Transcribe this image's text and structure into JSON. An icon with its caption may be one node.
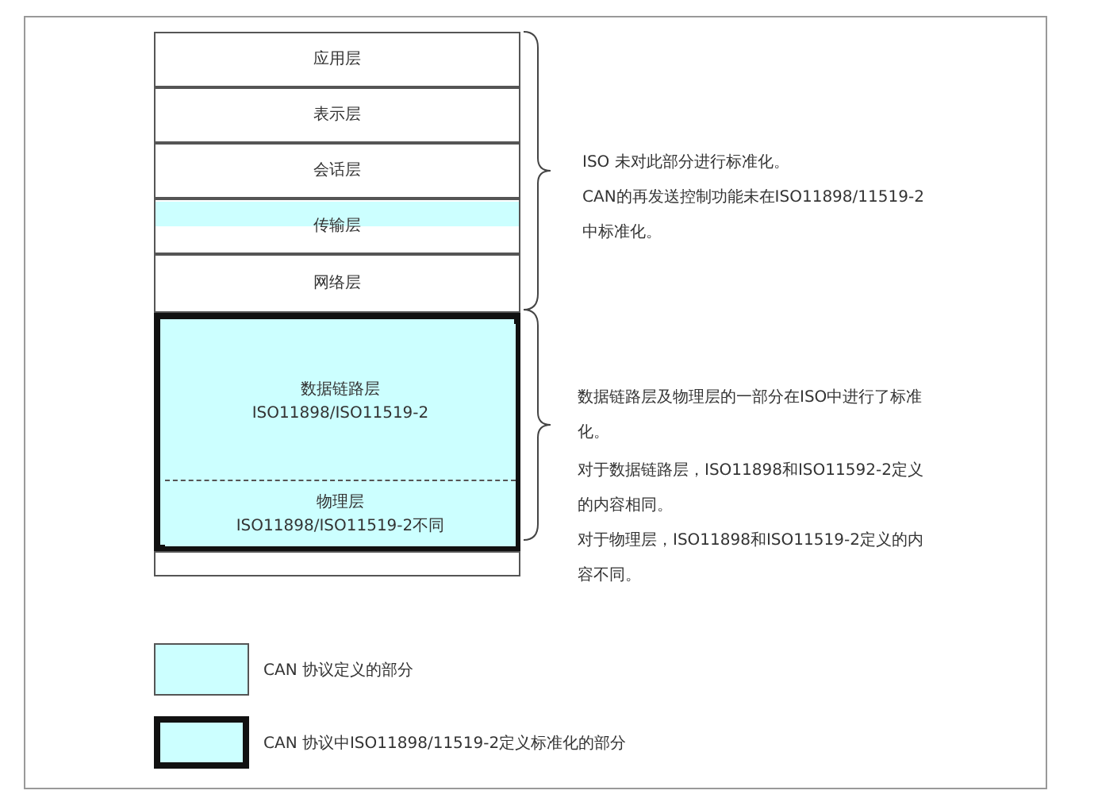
{
  "diagram": {
    "nodes": [
      {
        "text": [
          "应用层"
        ]
      },
      {
        "text": [
          "表示层"
        ]
      },
      {
        "text": [
          "会话层"
        ]
      },
      {
        "text": [
          "传输层"
        ]
      },
      {
        "text": [
          "网络层"
        ]
      },
      {
        "text": [],
        "shape": "box"
      },
      {
        "text": [
          "数据链路层",
          "ISO11898/ISO11519-2"
        ],
        "in": 5
      },
      {
        "text": [
          "物理层",
          "ISO11898/ISO11519-2不同"
        ],
        "in": 5
      },
      {
        "text": [],
        "shape": "box"
      }
    ],
    "edges": [],
    "labels": [
      "ISO 未对此部分进行标准化。",
      "CAN的再发送控制功能未在ISO11898/11519-2 中标准化。",
      "数据链路层及物理层的一部分在ISO中进行了标准化。",
      "对于数据链路层，ISO11898和ISO11592-2定义的内容相同。",
      "对于物理层，ISO11898和ISO11519-2定义的内容不同。"
    ],
    "legend": [
      {
        "text": "CAN 协议定义的部分",
        "color": "#ccffff"
      },
      {
        "text": "CAN 协议中ISO11898/11519-2定义标准化的部分"
      }
    ]
  }
}
